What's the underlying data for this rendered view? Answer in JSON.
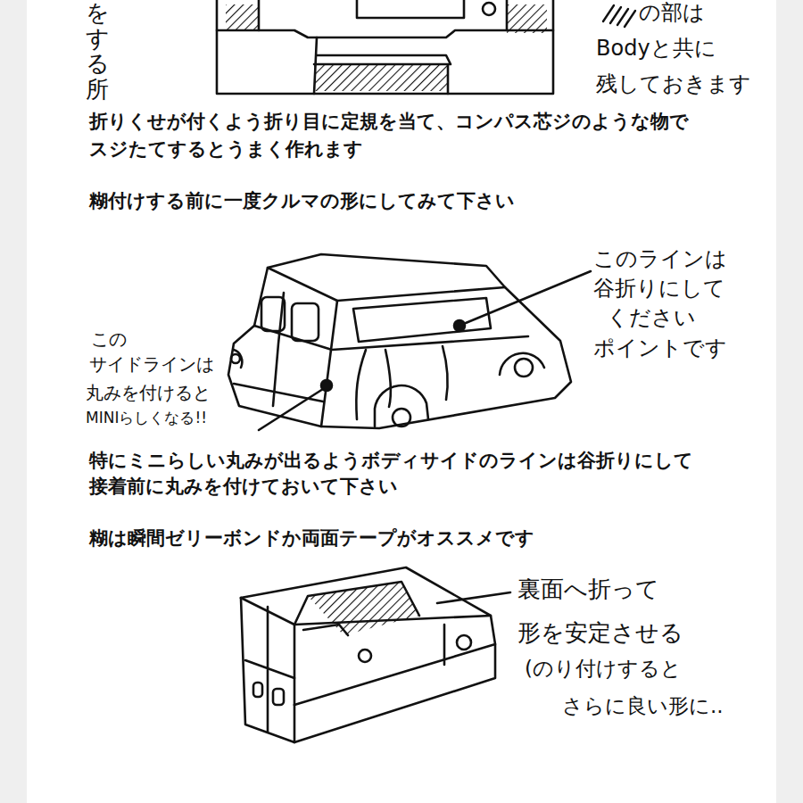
{
  "diagram": {
    "labels": [
      "をする所",
      "の部は",
      "Bodyと共に",
      "残しておきます",
      "折りくせが付くよう折り目に定規を当て、コンパス芯ジのような物で",
      "スジたてするとうまく作れます",
      "糊付けする前に一度クルマの形にしてみて下さい",
      "このラインは",
      "谷折りにして",
      "ください",
      "ポイントです",
      "この",
      "サイドラインは",
      "丸みを付けると",
      "MINIらしくなる!!",
      "特にミニらしい丸みが出るようボディサイドのラインは谷折りにして",
      "接着前に丸みを付けておいて下さい",
      "糊は瞬間ゼリーボンドか両面テープがオススメです",
      "裏面へ折って",
      "形を安定させる",
      "(のり付けすると",
      "さらに良い形に.."
    ]
  }
}
